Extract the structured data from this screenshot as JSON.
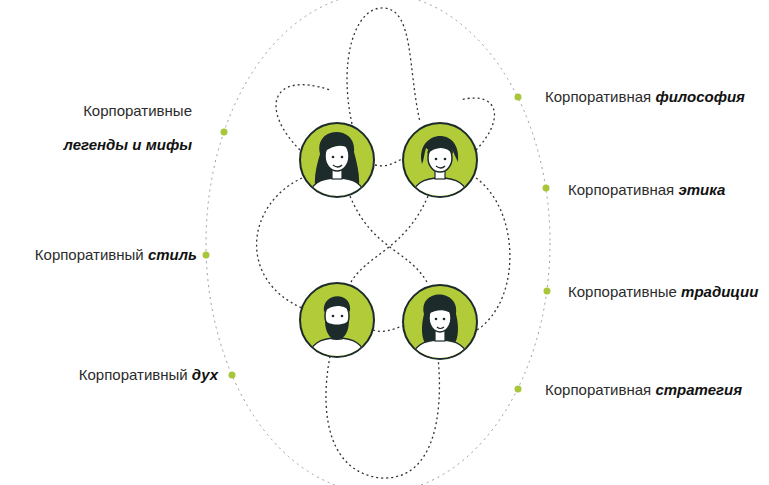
{
  "diagram": {
    "labels": [
      "Корпоративные",
      "легенды и мифы",
      "Корпоративный",
      "стиль",
      "Корпоративный",
      "дух",
      "Корпоративная",
      "философия",
      "Корпоративная",
      "этика",
      "Корпоративные",
      "традиции",
      "Корпоративная",
      "стратегия"
    ]
  }
}
